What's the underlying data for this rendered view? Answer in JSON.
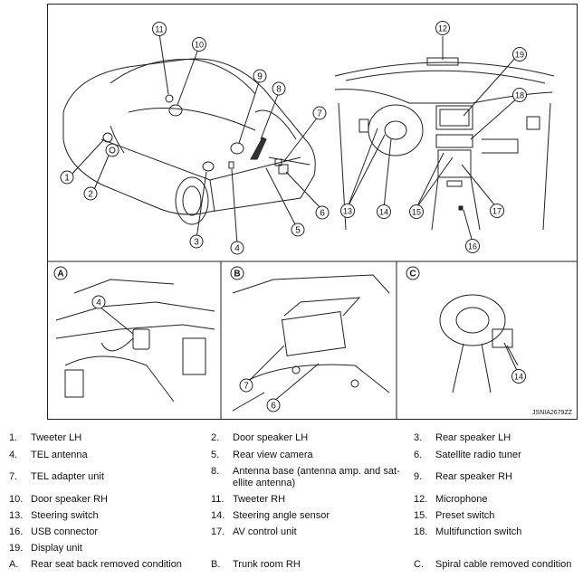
{
  "figure": {
    "callouts": [
      "1",
      "2",
      "3",
      "4",
      "5",
      "6",
      "7",
      "8",
      "9",
      "10",
      "11",
      "12",
      "13",
      "14",
      "15",
      "16",
      "17",
      "18",
      "19"
    ],
    "panels": {
      "a": {
        "letter": "A",
        "callouts": [
          "4"
        ]
      },
      "b": {
        "letter": "B",
        "callouts": [
          "7",
          "6"
        ]
      },
      "c": {
        "letter": "C",
        "callouts": [
          "14"
        ]
      }
    },
    "figure_code": "JSNIA2679ZZ"
  },
  "legend": [
    {
      "num": "1.",
      "text": "Tweeter LH"
    },
    {
      "num": "2.",
      "text": "Door speaker LH"
    },
    {
      "num": "3.",
      "text": "Rear speaker LH"
    },
    {
      "num": "4.",
      "text": "TEL antenna"
    },
    {
      "num": "5.",
      "text": "Rear view camera"
    },
    {
      "num": "6.",
      "text": "Satellite radio tuner"
    },
    {
      "num": "7.",
      "text": "TEL adapter unit"
    },
    {
      "num": "8.",
      "text": "Antenna base (antenna amp. and sat-ellite antenna)"
    },
    {
      "num": "9.",
      "text": "Rear speaker RH"
    },
    {
      "num": "10.",
      "text": "Door speaker RH"
    },
    {
      "num": "11.",
      "text": "Tweeter RH"
    },
    {
      "num": "12.",
      "text": "Microphone"
    },
    {
      "num": "13.",
      "text": "Steering switch"
    },
    {
      "num": "14.",
      "text": "Steering angle sensor"
    },
    {
      "num": "15.",
      "text": "Preset switch"
    },
    {
      "num": "16.",
      "text": "USB connector"
    },
    {
      "num": "17.",
      "text": "AV control unit"
    },
    {
      "num": "18.",
      "text": "Multifunction switch"
    },
    {
      "num": "19.",
      "text": "Display unit"
    },
    {
      "num": "A.",
      "text": "Rear seat back removed condition"
    },
    {
      "num": "B.",
      "text": "Trunk room RH"
    },
    {
      "num": "C.",
      "text": "Spiral cable removed condition"
    }
  ]
}
